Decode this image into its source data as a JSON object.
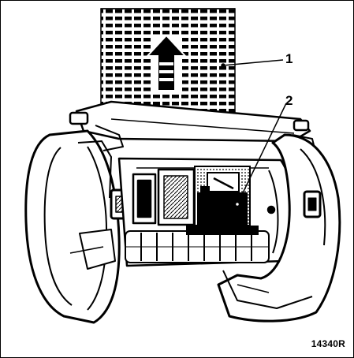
{
  "figure": {
    "callouts": [
      {
        "label": "1"
      },
      {
        "label": "2"
      }
    ],
    "reference_code": "14340R"
  },
  "colors": {
    "ink": "#000000",
    "paper": "#ffffff"
  },
  "icons": {
    "airflow_arrow": "up-arrow-icon"
  }
}
